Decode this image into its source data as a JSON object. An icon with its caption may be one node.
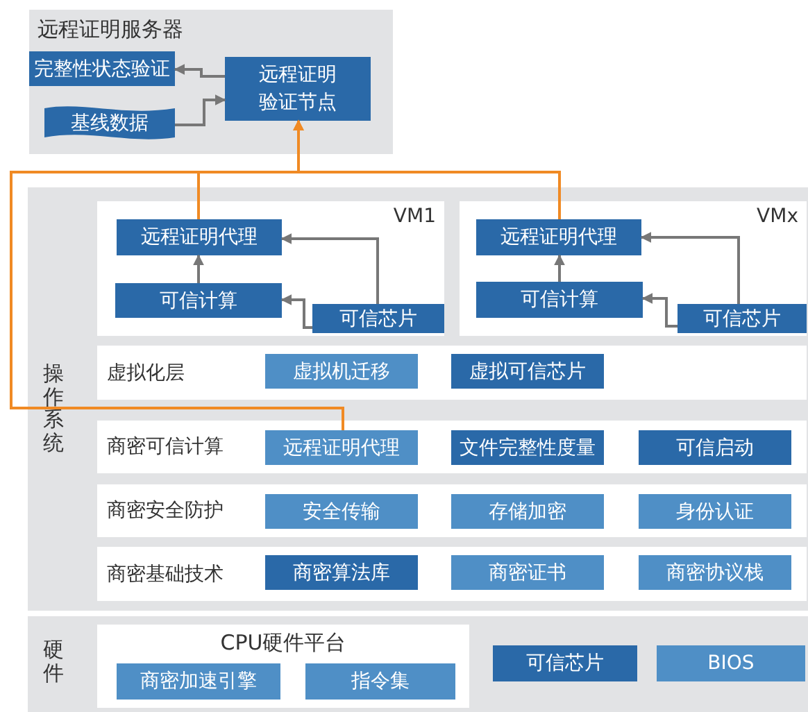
{
  "diagram": {
    "nodes": [
      {
        "text": [
          "远程证明服务器"
        ]
      },
      {
        "text": [
          "完整性状态验证"
        ],
        "in": 0
      },
      {
        "text": [
          "基线数据"
        ],
        "in": 0
      },
      {
        "text": [
          "远程证明验证节点"
        ],
        "in": 0
      },
      {
        "text": [
          "操作系统"
        ]
      },
      {
        "text": [
          "VM1"
        ],
        "in": 4
      },
      {
        "text": [
          "远程证明代理"
        ],
        "in": 5
      },
      {
        "text": [
          "可信计算"
        ],
        "in": 5
      },
      {
        "text": [
          "可信芯片"
        ],
        "in": 5
      },
      {
        "text": [
          "VMx"
        ],
        "in": 4
      },
      {
        "text": [
          "远程证明代理"
        ],
        "in": 9
      },
      {
        "text": [
          "可信计算"
        ],
        "in": 9
      },
      {
        "text": [
          "可信芯片"
        ],
        "in": 9
      },
      {
        "text": [
          "虚拟化层"
        ],
        "in": 4
      },
      {
        "text": [
          "虚拟机迁移"
        ],
        "in": 13
      },
      {
        "text": [
          "虚拟可信芯片"
        ],
        "in": 13
      },
      {
        "text": [
          "商密可信计算"
        ],
        "in": 4
      },
      {
        "text": [
          "远程证明代理"
        ],
        "in": 16
      },
      {
        "text": [
          "文件完整性度量"
        ],
        "in": 16
      },
      {
        "text": [
          "可信启动"
        ],
        "in": 16
      },
      {
        "text": [
          "商密安全防护"
        ],
        "in": 4
      },
      {
        "text": [
          "安全传输"
        ],
        "in": 20
      },
      {
        "text": [
          "存储加密"
        ],
        "in": 20
      },
      {
        "text": [
          "身份认证"
        ],
        "in": 20
      },
      {
        "text": [
          "商密基础技术"
        ],
        "in": 4
      },
      {
        "text": [
          "商密算法库"
        ],
        "in": 24
      },
      {
        "text": [
          "商密证书"
        ],
        "in": 24
      },
      {
        "text": [
          "商密协议栈"
        ],
        "in": 24
      },
      {
        "text": [
          "硬件"
        ]
      },
      {
        "text": [
          "CPU硬件平台"
        ],
        "in": 28
      },
      {
        "text": [
          "商密加速引擎"
        ],
        "in": 29
      },
      {
        "text": [
          "指令集"
        ],
        "in": 29
      },
      {
        "text": [
          "可信芯片"
        ],
        "in": 28
      },
      {
        "text": [
          "BIOS"
        ],
        "in": 28
      }
    ],
    "edges": [
      {
        "from": 3,
        "to": 1,
        "arrow": "to"
      },
      {
        "from": 2,
        "to": 3,
        "arrow": "to"
      },
      {
        "from": 7,
        "to": 6,
        "arrow": "to"
      },
      {
        "from": 8,
        "to": 6,
        "arrow": "to"
      },
      {
        "from": 8,
        "to": 7,
        "arrow": "to"
      },
      {
        "from": 11,
        "to": 10,
        "arrow": "to"
      },
      {
        "from": 12,
        "to": 10,
        "arrow": "to"
      },
      {
        "from": 12,
        "to": 11,
        "arrow": "to"
      },
      {
        "from": 6,
        "to": 3,
        "arrow": "to",
        "color": "#f08a24"
      },
      {
        "from": 10,
        "to": 3,
        "arrow": "to",
        "color": "#f08a24"
      },
      {
        "from": 17,
        "to": 3,
        "arrow": "to",
        "color": "#f08a24"
      }
    ]
  }
}
